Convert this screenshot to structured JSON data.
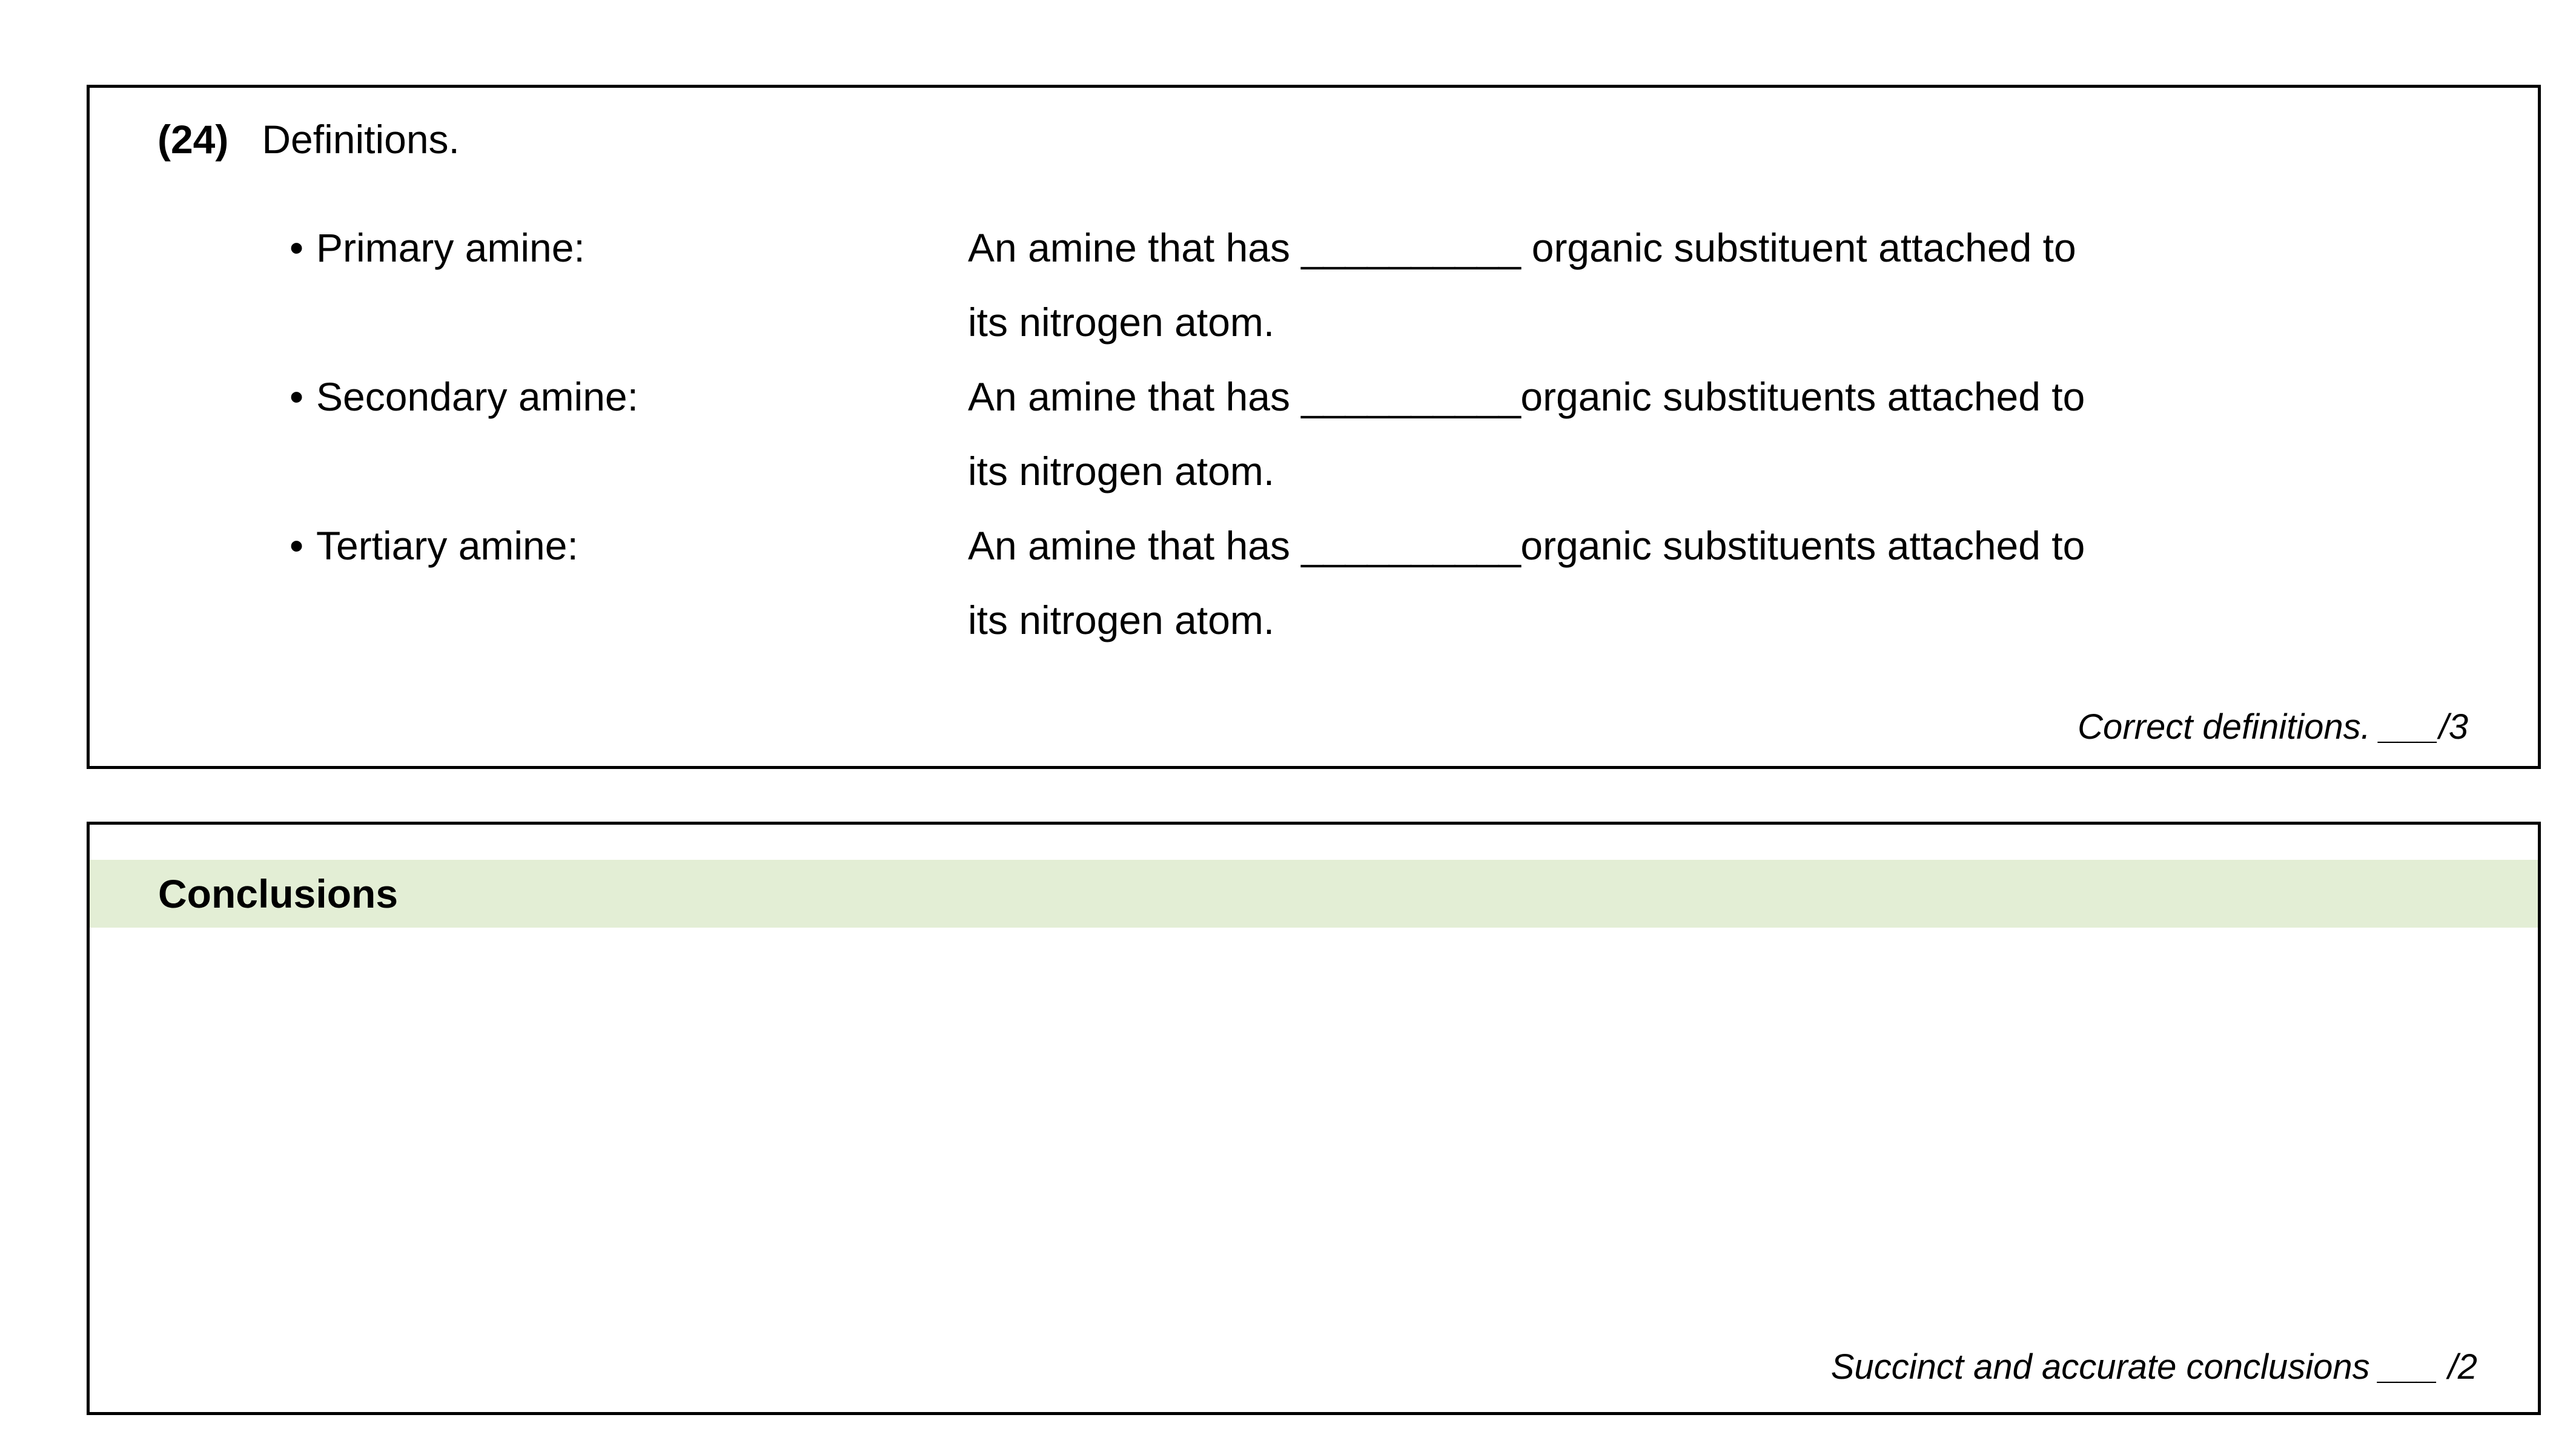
{
  "question_box": {
    "number": "(24)",
    "title": "Definitions.",
    "definitions": [
      {
        "bullet": "•",
        "term": "Primary amine:",
        "text_before_blank": "An amine that has ",
        "blank": "__________",
        "text_after_blank": " organic substituent attached to",
        "second_line": "its nitrogen atom."
      },
      {
        "bullet": "•",
        "term": "Secondary amine:",
        "text_before_blank": "An amine that has ",
        "blank": "__________",
        "text_after_blank": "organic substituents attached to",
        "second_line": "its nitrogen atom."
      },
      {
        "bullet": "•",
        "term": "Tertiary amine:",
        "text_before_blank": "An amine that has ",
        "blank": "__________",
        "text_after_blank": "organic substituents attached to",
        "second_line": "its nitrogen atom."
      }
    ],
    "score_label": "Correct definitions.",
    "score_blank": "___",
    "score_value": "/3"
  },
  "conclusions_box": {
    "title": "Conclusions",
    "band_color": "#e3eed5",
    "answer_area": "",
    "score_label": "Succinct and accurate conclusions",
    "score_blank": "___",
    "score_value": "/2"
  }
}
